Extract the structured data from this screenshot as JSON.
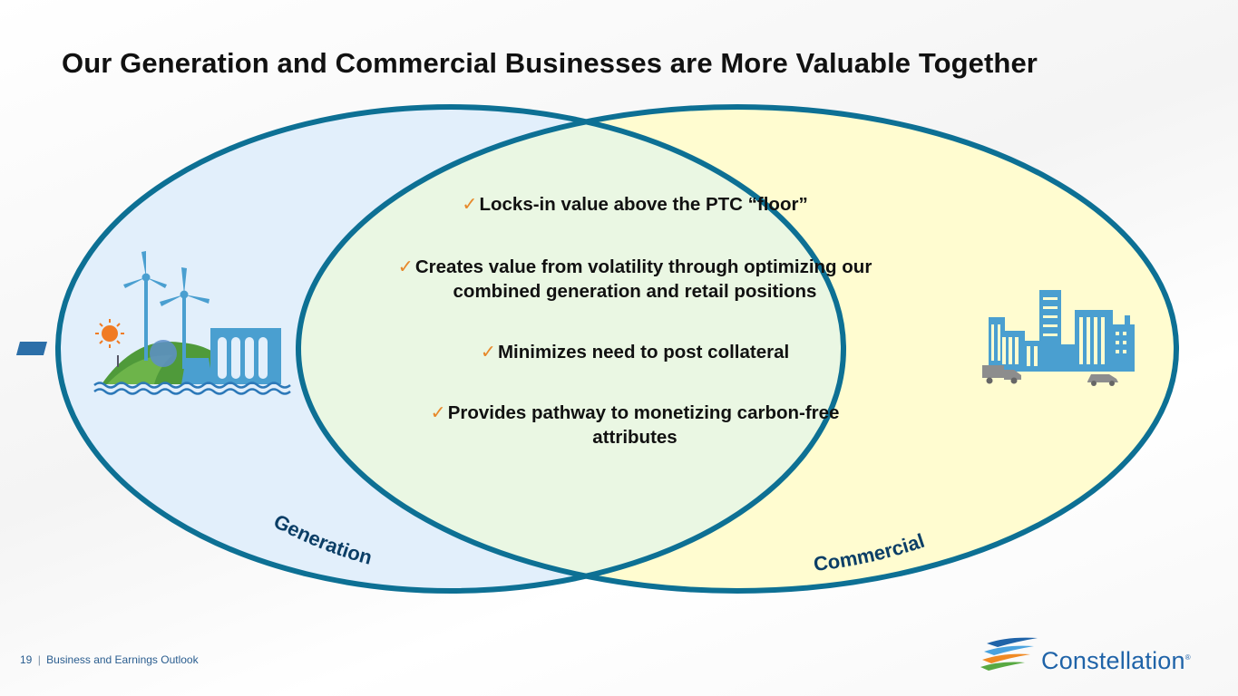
{
  "title": "Our Generation and Commercial Businesses are More Valuable Together",
  "venn": {
    "left_label": "Generation",
    "right_label": "Commercial",
    "check_glyph": "✓",
    "bullets": [
      "Locks-in value above the PTC “floor”",
      "Creates value from volatility through optimizing our combined generation and retail positions",
      "Minimizes need to post collateral",
      "Provides pathway to monetizing carbon-free attributes"
    ]
  },
  "icons": {
    "left": "renewable-generation-icon",
    "right": "city-skyline-icon"
  },
  "footer": {
    "page_number": "19",
    "separator": "|",
    "section": "Business and Earnings Outlook"
  },
  "logo": {
    "name": "Constellation",
    "registered": "®"
  },
  "colors": {
    "ring": "#0d7094",
    "left_fill": "#e2effb",
    "right_fill": "#fffcd0",
    "overlap_fill": "#eaf7e3",
    "check": "#e7892b",
    "icon_blue": "#4a9fd0"
  }
}
